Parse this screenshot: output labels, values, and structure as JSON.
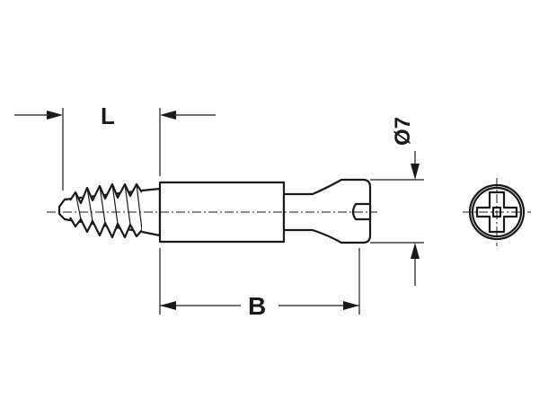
{
  "dimensions": {
    "length_label": "L",
    "body_label": "B",
    "diameter_label": "Ø7"
  },
  "parts": {
    "side_view": "connecting-bolt-side-view",
    "end_view": "cross-slot-head-end-view"
  },
  "colors": {
    "line": "#1a1a1a",
    "background": "#ffffff"
  }
}
